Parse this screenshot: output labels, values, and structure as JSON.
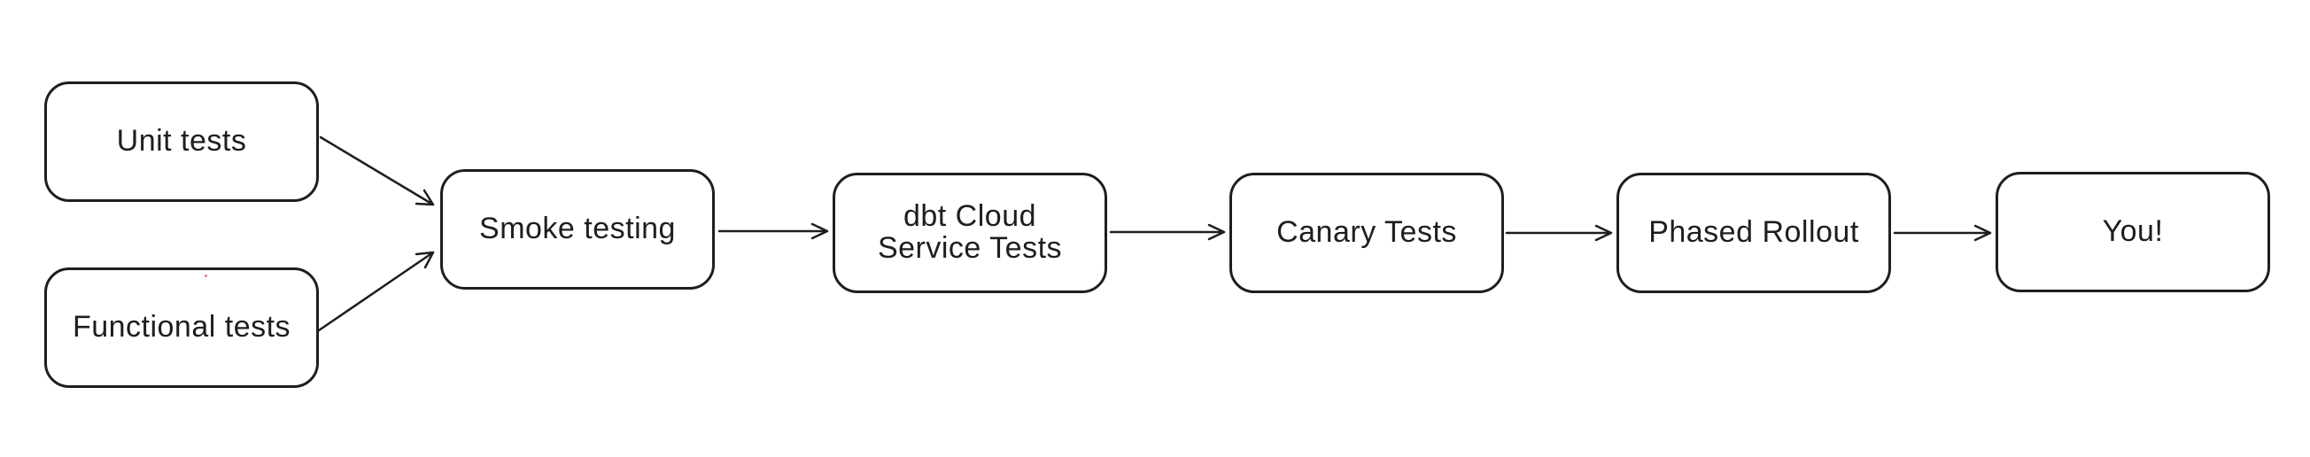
{
  "diagram": {
    "type": "flowchart",
    "style": "hand-drawn",
    "background_color": "#ffffff",
    "stroke_color": "#1e1e1e",
    "text_color": "#1e1e1e",
    "nodes": [
      {
        "id": "unit-tests",
        "label": "Unit tests"
      },
      {
        "id": "functional-tests",
        "label": "Functional tests"
      },
      {
        "id": "smoke-testing",
        "label": "Smoke testing"
      },
      {
        "id": "dbt-cloud-service-tests",
        "label": "dbt Cloud\nService Tests"
      },
      {
        "id": "canary-tests",
        "label": "Canary Tests"
      },
      {
        "id": "phased-rollout",
        "label": "Phased Rollout"
      },
      {
        "id": "you",
        "label": "You!"
      }
    ],
    "edges": [
      {
        "from": "unit-tests",
        "to": "smoke-testing"
      },
      {
        "from": "functional-tests",
        "to": "smoke-testing"
      },
      {
        "from": "smoke-testing",
        "to": "dbt-cloud-service-tests"
      },
      {
        "from": "dbt-cloud-service-tests",
        "to": "canary-tests"
      },
      {
        "from": "canary-tests",
        "to": "phased-rollout"
      },
      {
        "from": "phased-rollout",
        "to": "you"
      }
    ]
  }
}
